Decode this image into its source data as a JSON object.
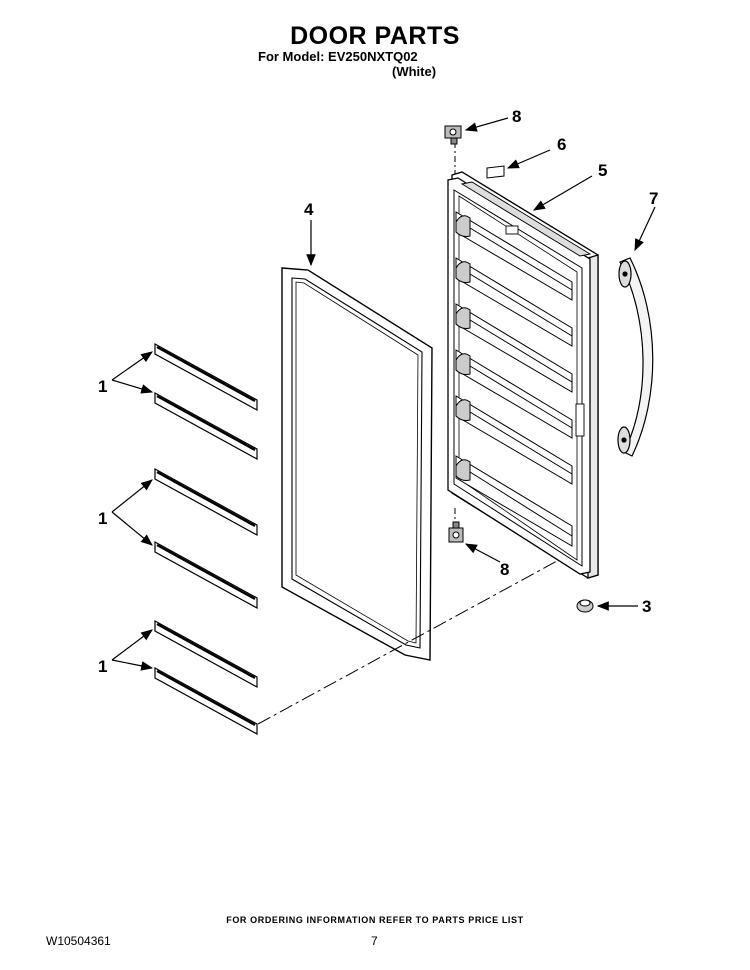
{
  "header": {
    "title": "DOOR PARTS",
    "model_line": "For Model: EV250NXTQ02",
    "variant": "(White)"
  },
  "callouts": {
    "strip": "1",
    "hinge_bottom_cap": "3",
    "gasket": "4",
    "door": "5",
    "label": "6",
    "handle": "7",
    "hinge_top": "8",
    "hinge_bottom": "8",
    "strip_group_2": "1",
    "strip_group_3": "1"
  },
  "footer": {
    "ordering_note": "FOR ORDERING INFORMATION REFER TO PARTS PRICE LIST",
    "document_number": "W10504361",
    "page_number": "7"
  }
}
